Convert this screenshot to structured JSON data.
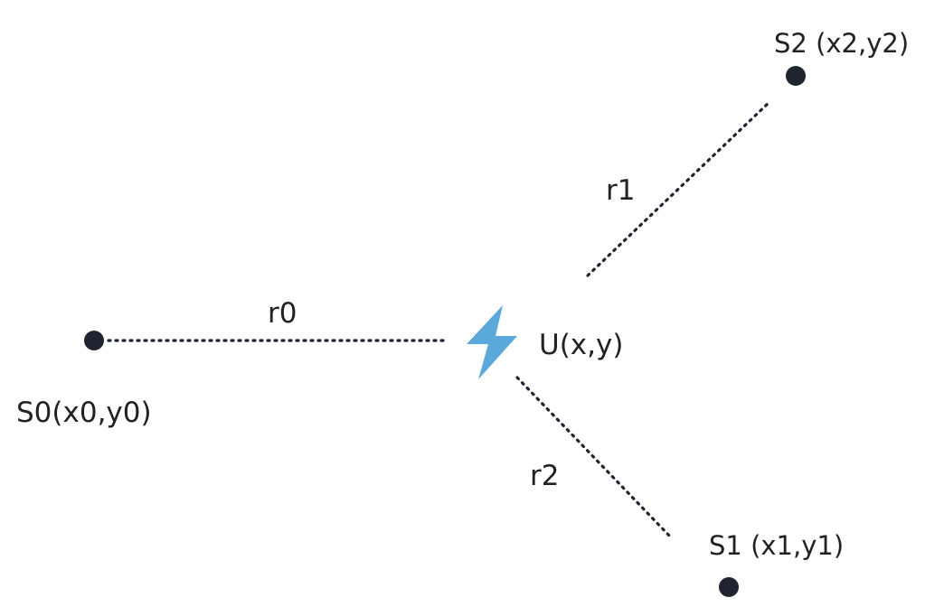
{
  "nodes": {
    "s0": {
      "label": "S0(x0,y0)"
    },
    "s1": {
      "label": "S1 (x1,y1)"
    },
    "s2": {
      "label": "S2 (x2,y2)"
    },
    "u": {
      "label": "U(x,y)"
    }
  },
  "edges": {
    "r0": {
      "label": "r0"
    },
    "r1": {
      "label": "r1"
    },
    "r2": {
      "label": "r2"
    }
  },
  "colors": {
    "node": "#1f2430",
    "line": "#1f2430",
    "bolt": "#5aa9da",
    "text": "#222222"
  },
  "icons": {
    "u": "lightning-bolt-icon",
    "stations": "dot-icon"
  }
}
